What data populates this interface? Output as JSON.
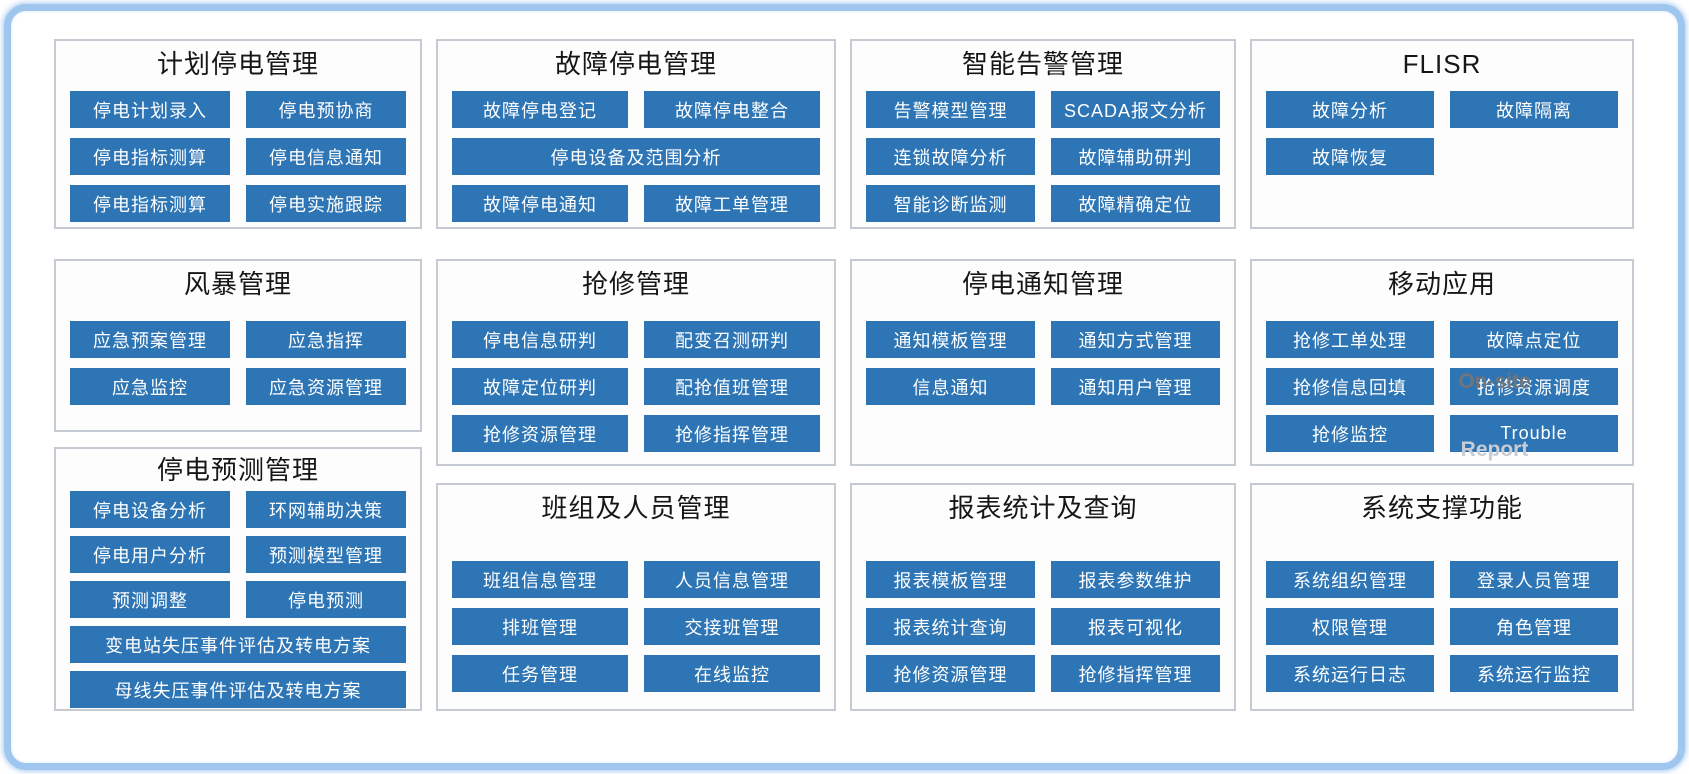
{
  "theme": {
    "button_bg": "#2e75b5",
    "button_text": "#ffffff",
    "panel_border": "#c6cad2",
    "panel_bg": "#fdfdfe",
    "frame_border": "#9fc6ef",
    "title_color": "#161616"
  },
  "overlay": {
    "on_site": "On-site",
    "report": "Report"
  },
  "columns": [
    {
      "panels": [
        {
          "id": "planned-outage",
          "title": "计划停电管理",
          "rows": [
            [
              {
                "label": "停电计划录入"
              },
              {
                "label": "停电预协商"
              }
            ],
            [
              {
                "label": "停电指标测算"
              },
              {
                "label": "停电信息通知"
              }
            ],
            [
              {
                "label": "停电指标测算"
              },
              {
                "label": "停电实施跟踪"
              }
            ]
          ]
        },
        {
          "id": "storm",
          "title": "风暴管理",
          "rows": [
            [
              {
                "label": "应急预案管理"
              },
              {
                "label": "应急指挥"
              }
            ],
            [
              {
                "label": "应急监控"
              },
              {
                "label": "应急资源管理"
              }
            ]
          ]
        },
        {
          "id": "outage-forecast",
          "title": "停电预测管理",
          "rows": [
            [
              {
                "label": "停电设备分析"
              },
              {
                "label": "环网辅助决策"
              }
            ],
            [
              {
                "label": "停电用户分析"
              },
              {
                "label": "预测模型管理"
              }
            ],
            [
              {
                "label": "预测调整"
              },
              {
                "label": "停电预测"
              }
            ],
            [
              {
                "label": "变电站失压事件评估及转电方案",
                "wide": true
              }
            ],
            [
              {
                "label": "母线失压事件评估及转电方案",
                "wide": true
              }
            ]
          ]
        }
      ]
    },
    {
      "panels": [
        {
          "id": "fault-outage",
          "title": "故障停电管理",
          "rows": [
            [
              {
                "label": "故障停电登记"
              },
              {
                "label": "故障停电整合"
              }
            ],
            [
              {
                "label": "停电设备及范围分析",
                "wide": true
              }
            ],
            [
              {
                "label": "故障停电通知"
              },
              {
                "label": "故障工单管理"
              }
            ]
          ]
        },
        {
          "id": "repair",
          "title": "抢修管理",
          "rows": [
            [
              {
                "label": "停电信息研判"
              },
              {
                "label": "配变召测研判"
              }
            ],
            [
              {
                "label": "故障定位研判"
              },
              {
                "label": "配抢值班管理"
              }
            ],
            [
              {
                "label": "抢修资源管理"
              },
              {
                "label": "抢修指挥管理"
              }
            ]
          ]
        },
        {
          "id": "team-personnel",
          "title": "班组及人员管理",
          "rows": [
            [
              {
                "label": "班组信息管理"
              },
              {
                "label": "人员信息管理"
              }
            ],
            [
              {
                "label": "排班管理"
              },
              {
                "label": "交接班管理"
              }
            ],
            [
              {
                "label": "任务管理"
              },
              {
                "label": "在线监控"
              }
            ]
          ]
        }
      ]
    },
    {
      "panels": [
        {
          "id": "smart-alarm",
          "title": "智能告警管理",
          "rows": [
            [
              {
                "label": "告警模型管理"
              },
              {
                "label": "SCADA报文分析"
              }
            ],
            [
              {
                "label": "连锁故障分析"
              },
              {
                "label": "故障辅助研判"
              }
            ],
            [
              {
                "label": "智能诊断监测"
              },
              {
                "label": "故障精确定位"
              }
            ]
          ]
        },
        {
          "id": "outage-notice",
          "title": "停电通知管理",
          "rows": [
            [
              {
                "label": "通知模板管理"
              },
              {
                "label": "通知方式管理"
              }
            ],
            [
              {
                "label": "信息通知"
              },
              {
                "label": "通知用户管理"
              }
            ]
          ]
        },
        {
          "id": "report-query",
          "title": "报表统计及查询",
          "rows": [
            [
              {
                "label": "报表模板管理"
              },
              {
                "label": "报表参数维护"
              }
            ],
            [
              {
                "label": "报表统计查询"
              },
              {
                "label": "报表可视化"
              }
            ],
            [
              {
                "label": "抢修资源管理"
              },
              {
                "label": "抢修指挥管理"
              }
            ]
          ]
        }
      ]
    },
    {
      "panels": [
        {
          "id": "flisr",
          "title": "FLISR",
          "rows": [
            [
              {
                "label": "故障分析"
              },
              {
                "label": "故障隔离"
              }
            ],
            [
              {
                "label": "故障恢复"
              },
              null
            ]
          ]
        },
        {
          "id": "mobile-app",
          "title": "移动应用",
          "rows": [
            [
              {
                "label": "抢修工单处理"
              },
              {
                "label": "故障点定位"
              }
            ],
            [
              {
                "label": "抢修信息回填"
              },
              {
                "label": "抢修资源调度"
              }
            ],
            [
              {
                "label": "抢修监控"
              },
              {
                "label": "Trouble"
              }
            ]
          ]
        },
        {
          "id": "system-support",
          "title": "系统支撑功能",
          "rows": [
            [
              {
                "label": "系统组织管理"
              },
              {
                "label": "登录人员管理"
              }
            ],
            [
              {
                "label": "权限管理"
              },
              {
                "label": "角色管理"
              }
            ],
            [
              {
                "label": "系统运行日志"
              },
              {
                "label": "系统运行监控"
              }
            ]
          ]
        }
      ]
    }
  ]
}
